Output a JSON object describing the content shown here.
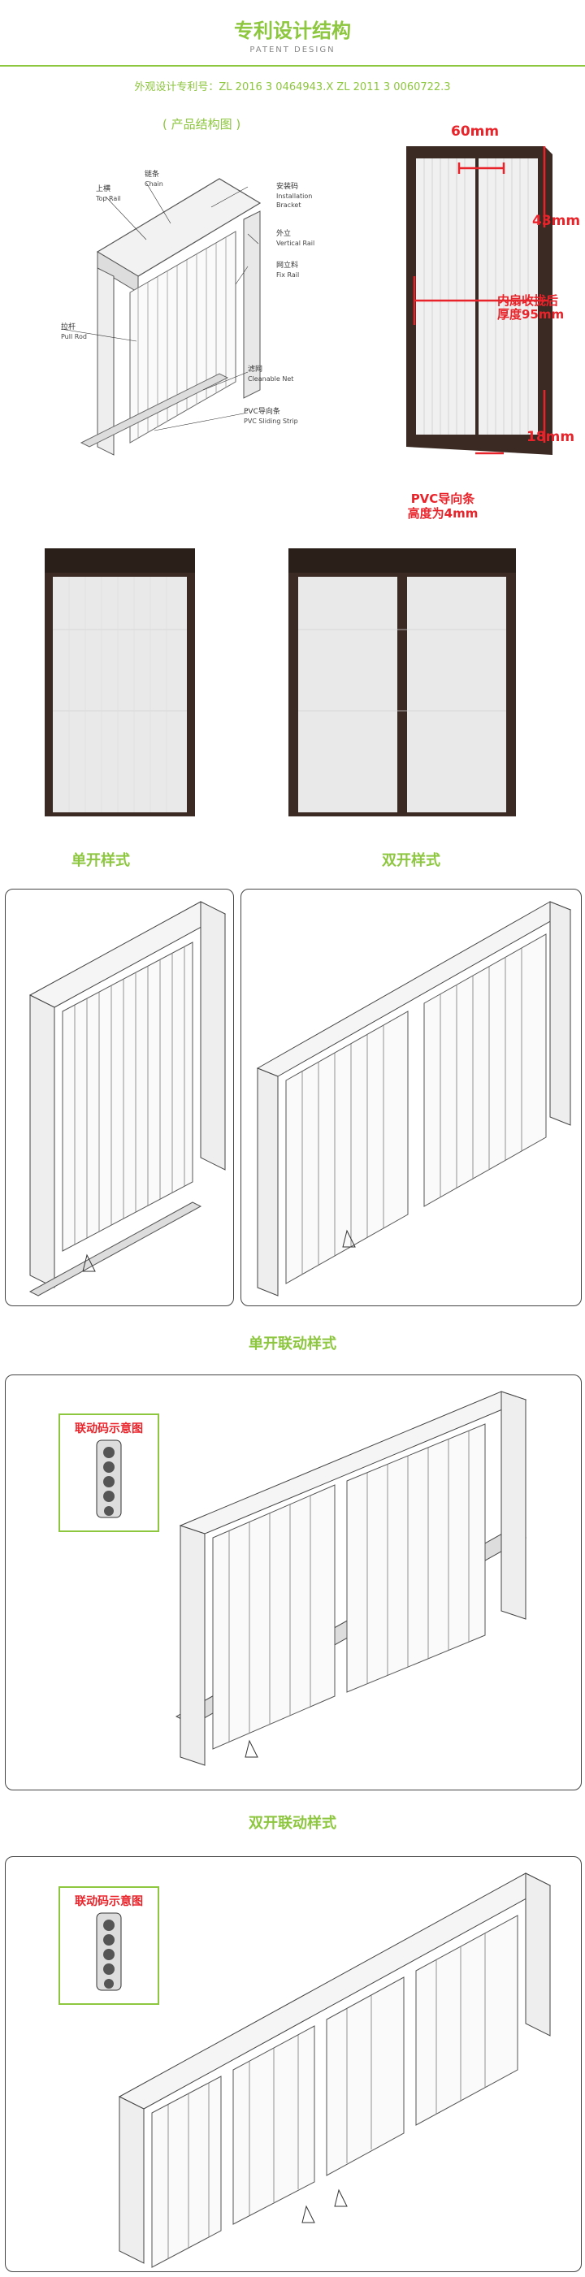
{
  "header": {
    "title": "专利设计结构",
    "subtitle": "PATENT DESIGN",
    "patents": "外观设计专利号：ZL 2016 3 0464943.X   ZL 2011 3  0060722.3"
  },
  "structure": {
    "caption": "( 产品结构图 )",
    "parts": [
      {
        "cn": "上横",
        "en": "Top Rail"
      },
      {
        "cn": "链条",
        "en": "Chain"
      },
      {
        "cn": "安装码",
        "en": "Installation Bracket"
      },
      {
        "cn": "外立",
        "en": "Vertical Rail"
      },
      {
        "cn": "网立料",
        "en": "Fix Rail"
      },
      {
        "cn": "拉杆",
        "en": "Pull Rod"
      },
      {
        "cn": "滤网",
        "en": "Cleanable Net"
      },
      {
        "cn": "PVC导向条",
        "en": "PVC Sliding Strip"
      }
    ]
  },
  "dimensions": {
    "top_width": "60mm",
    "side": "43mm",
    "inner_label": "内扇收拢后\n厚度95mm",
    "bottom": "18mm",
    "pvc_label": "PVC导向条\n高度为4mm"
  },
  "styles": {
    "single": "单开样式",
    "double": "双开样式",
    "single_linked": "单开联动样式",
    "double_linked": "双开联动样式",
    "legend": "联动码示意图"
  },
  "colors": {
    "accent": "#8dc63f",
    "dimension_red": "#e8232a",
    "frame_brown": "#3b2a23"
  }
}
